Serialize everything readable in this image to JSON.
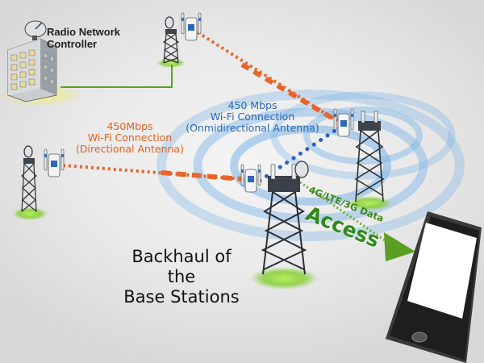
{
  "labels": {
    "controller_line1": "Radio Network",
    "controller_line2": "Controller",
    "directional_speed": "450Mbps",
    "directional_type": "Wi-Fi Connection",
    "directional_antenna": "(Directional Antenna)",
    "omni_speed": "450 Mbps",
    "omni_type": "Wi-Fi Connection",
    "omni_antenna": "(Onmidirectional Antenna)",
    "backhaul_line1": "Backhaul of the",
    "backhaul_line2": "Base Stations",
    "access_tech": "4G/LTE/3G Data",
    "access_word": "Access"
  },
  "colors": {
    "wired_link": "#5ca021",
    "directional_link": "#e8662a",
    "omni_link": "#2b63c0",
    "access_link": "#6bb02d",
    "signal_rings": "#7db4e8",
    "tower": "#2b3138",
    "ground_glow": "#7ec83a"
  }
}
